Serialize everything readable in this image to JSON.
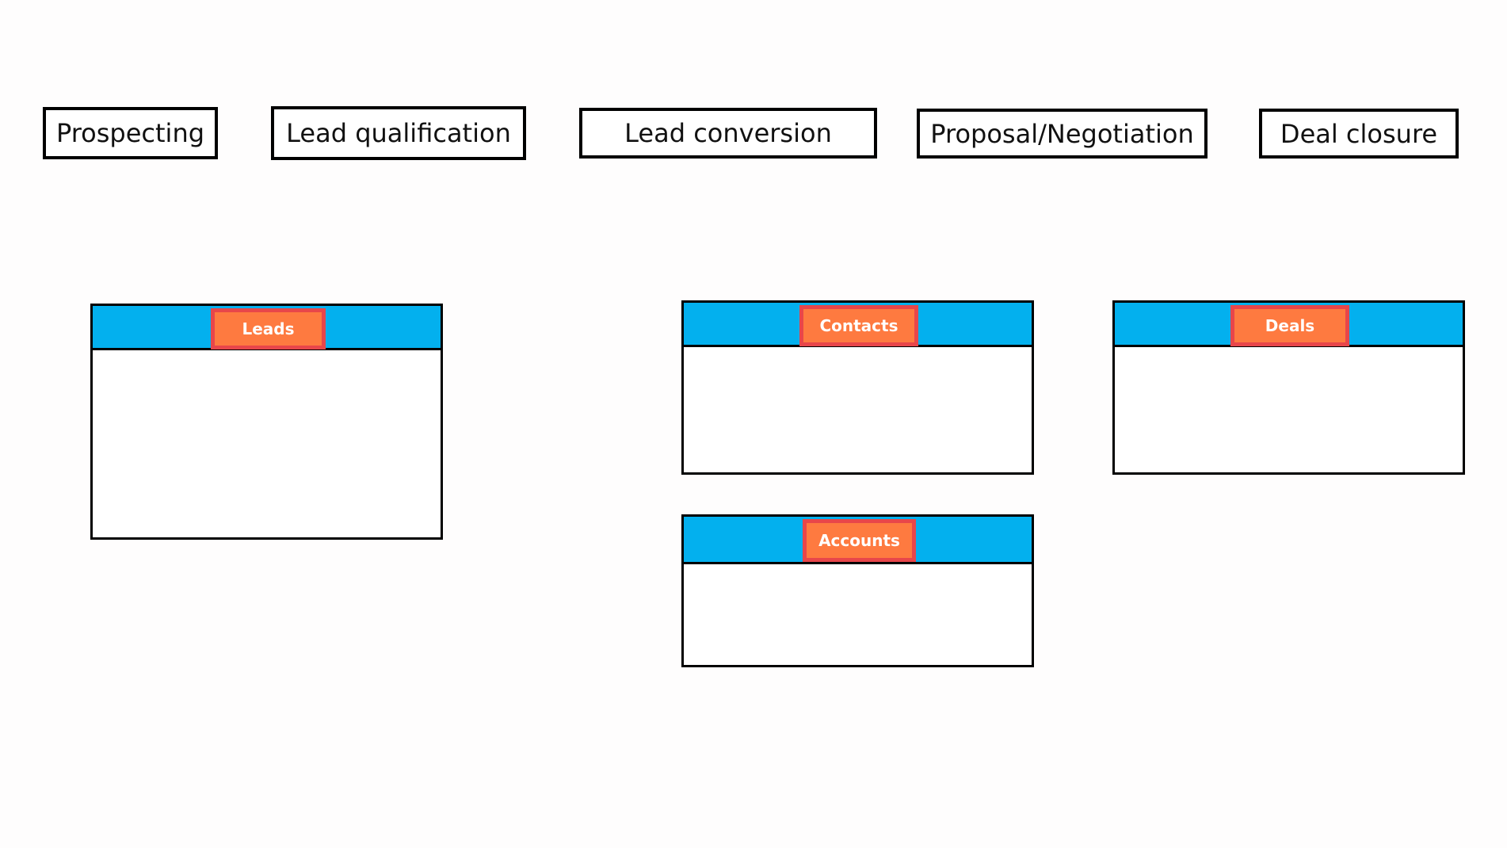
{
  "stages": [
    {
      "label": "Prospecting"
    },
    {
      "label": "Lead qualification"
    },
    {
      "label": "Lead conversion"
    },
    {
      "label": "Proposal/Negotiation"
    },
    {
      "label": "Deal closure"
    }
  ],
  "modules": {
    "leads": {
      "label": "Leads"
    },
    "contacts": {
      "label": "Contacts"
    },
    "deals": {
      "label": "Deals"
    },
    "accounts": {
      "label": "Accounts"
    }
  },
  "colors": {
    "header_blue": "#03b0ee",
    "tag_orange": "#fe7a40",
    "tag_border_red": "#e8464a",
    "outline_black": "#000000",
    "background": "#fefdfd"
  }
}
